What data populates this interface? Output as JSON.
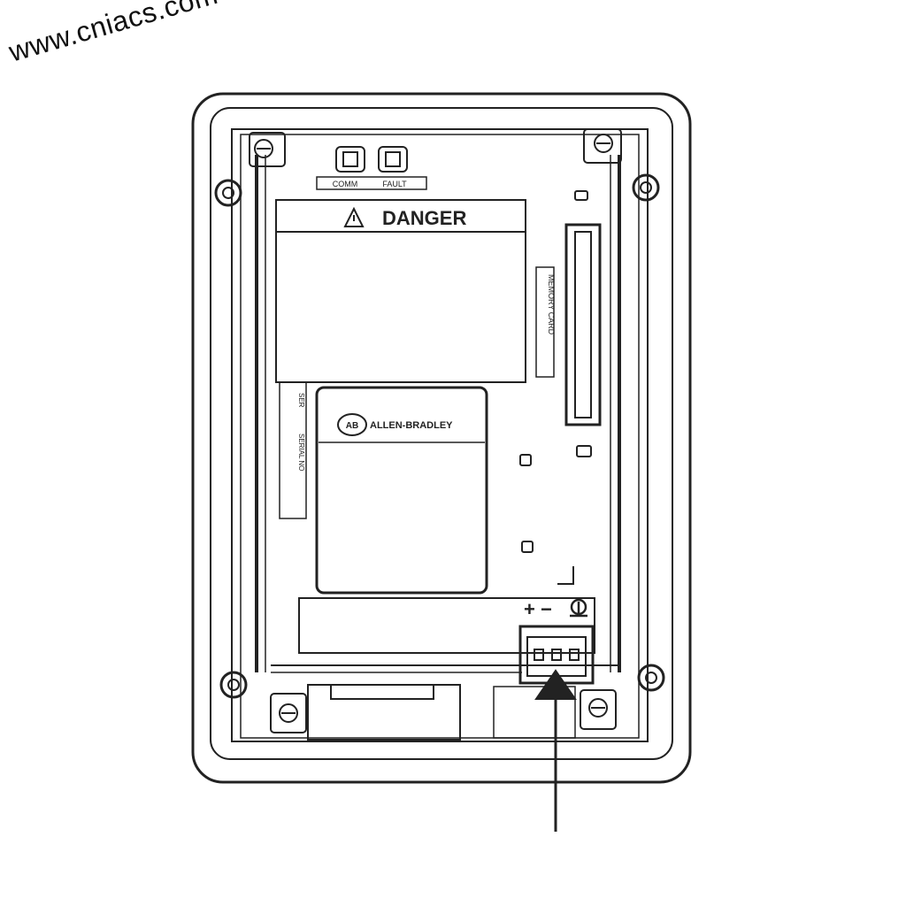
{
  "watermark": "www.cniacs.com",
  "labels": {
    "danger": "DANGER",
    "brand": "ALLEN-BRADLEY",
    "brand_logo": "AB",
    "left_button": "COMM",
    "right_button": "FAULT",
    "side_slot": "MEMORY CARD",
    "serial_a": "SER",
    "serial_b": "SERIAL NO",
    "power_polarity": "+ −"
  },
  "colors": {
    "ink": "#222222",
    "background": "#ffffff"
  },
  "icons": {
    "warning": "warning-triangle-icon",
    "ground": "ground-icon",
    "arrow": "arrow-up-icon"
  }
}
